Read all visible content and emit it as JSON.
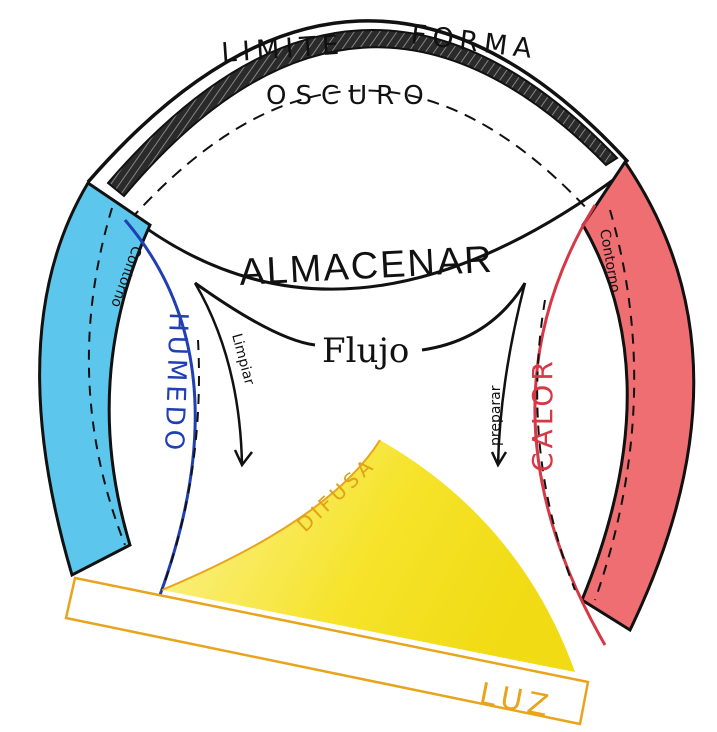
{
  "labels": {
    "limite": "LIMITE",
    "forma": "FORMA",
    "oscuro": "OSCURO",
    "almacenar": "ALMACENAR",
    "flujo": "Flujo",
    "limpiar": "Limpiar",
    "preparar": "preparar",
    "humedo": "HUMEDO",
    "calor": "CALOR",
    "contorno_left": "Contorno",
    "contorno_right": "Contorno",
    "difusa": "DIFUSA",
    "luz": "LUZ"
  },
  "colors": {
    "ink": "#111111",
    "blue_band": "#5cc6ec",
    "red_band": "#ee6e72",
    "humedo": "#1f3fb3",
    "calor": "#d63846",
    "light_yellow": "#f6e32a",
    "light_orange": "#e7a41c"
  }
}
